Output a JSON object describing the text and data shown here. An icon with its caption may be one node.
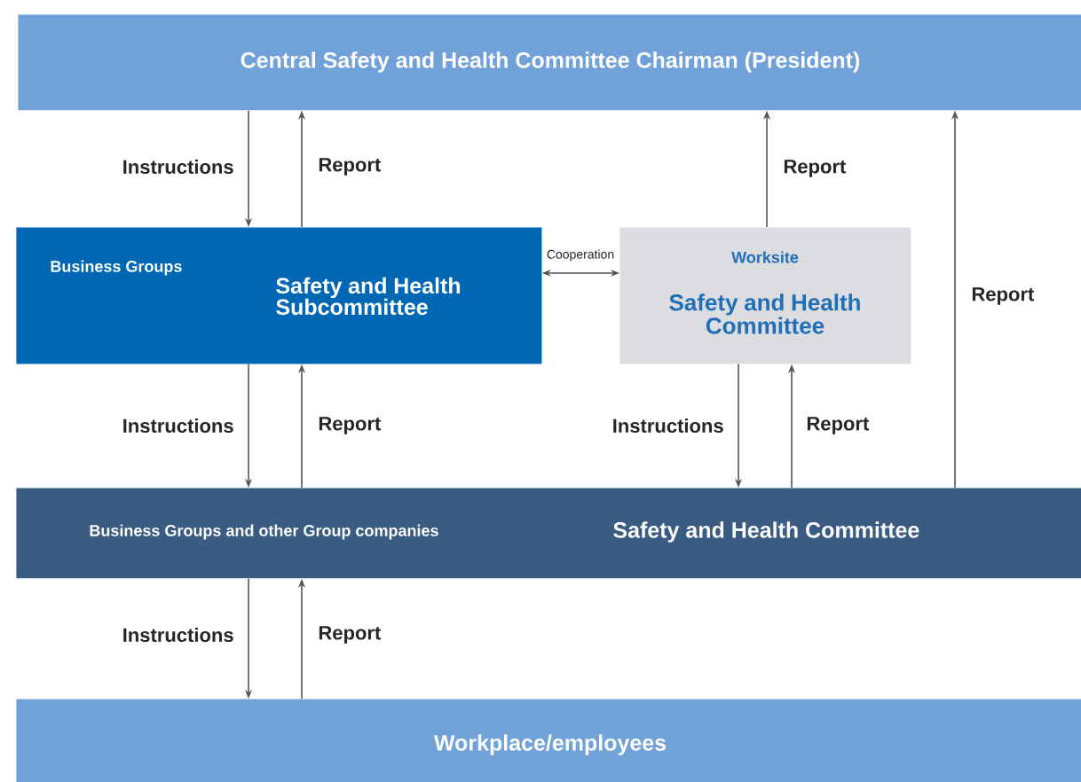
{
  "diagram": {
    "nodes": [
      {
        "text": [
          "Central Safety and Health Committee Chairman (President)"
        ]
      },
      {
        "text": [
          "Business Groups",
          "Safety and Health Subcommittee"
        ]
      },
      {
        "text": [
          "Worksite",
          "Safety and Health Committee"
        ]
      },
      {
        "text": [
          "Business Groups and other Group companies",
          "Safety and Health Committee"
        ]
      },
      {
        "text": [
          "Workplace/employees"
        ]
      }
    ],
    "edges": [
      {
        "from": 0,
        "to": 1,
        "arrow": "to",
        "label": "Instructions"
      },
      {
        "from": 1,
        "to": 0,
        "arrow": "to",
        "label": "Report"
      },
      {
        "from": 2,
        "to": 0,
        "arrow": "to",
        "label": "Report"
      },
      {
        "from": 1,
        "to": 2,
        "arrow": "both",
        "label": "Cooperation"
      },
      {
        "from": 1,
        "to": 3,
        "arrow": "to",
        "label": "Instructions"
      },
      {
        "from": 3,
        "to": 1,
        "arrow": "to",
        "label": "Report"
      },
      {
        "from": 2,
        "to": 3,
        "arrow": "to",
        "label": "Instructions"
      },
      {
        "from": 3,
        "to": 2,
        "arrow": "to",
        "label": "Report"
      },
      {
        "from": 3,
        "to": 0,
        "arrow": "to",
        "label": "Report"
      },
      {
        "from": 3,
        "to": 4,
        "arrow": "to",
        "label": "Instructions"
      },
      {
        "from": 4,
        "to": 3,
        "arrow": "to",
        "label": "Report"
      }
    ]
  }
}
